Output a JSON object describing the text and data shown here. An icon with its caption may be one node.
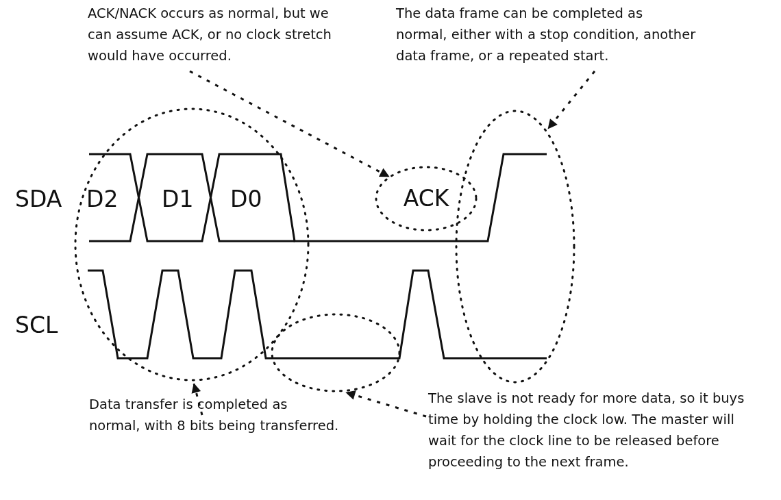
{
  "diagram": {
    "nodes": [
      {
        "text": [
          "ACK/NACK occurs as normal, but we can assume ACK, or no clock stretch would have occurred."
        ]
      },
      {
        "text": [
          "The data frame can be completed as normal, either with a stop condition, another data frame, or a repeated start."
        ]
      },
      {
        "text": [
          "Data transfer is completed as normal, with 8 bits being transferred."
        ]
      },
      {
        "text": [
          "The slave is not ready for more data, so it buys time by holding the clock low. The master will wait for the clock line to be released before proceeding to the next frame."
        ]
      },
      {
        "text": [
          "ACK"
        ]
      },
      {
        "text": [],
        "shape": "circle"
      },
      {
        "text": [],
        "shape": "circle"
      },
      {
        "text": [],
        "shape": "circle"
      }
    ],
    "edges": [
      {
        "from": 0,
        "to": 4,
        "arrow": "to",
        "style": "dashed"
      },
      {
        "from": 1,
        "to": 7,
        "arrow": "to",
        "style": "dashed"
      },
      {
        "from": 2,
        "to": 5,
        "arrow": "to",
        "style": "dashed"
      },
      {
        "from": 3,
        "to": 6,
        "arrow": "to",
        "style": "dashed"
      }
    ],
    "labels": [
      "SDA",
      "D2",
      "D1",
      "D0",
      "SCL"
    ]
  }
}
